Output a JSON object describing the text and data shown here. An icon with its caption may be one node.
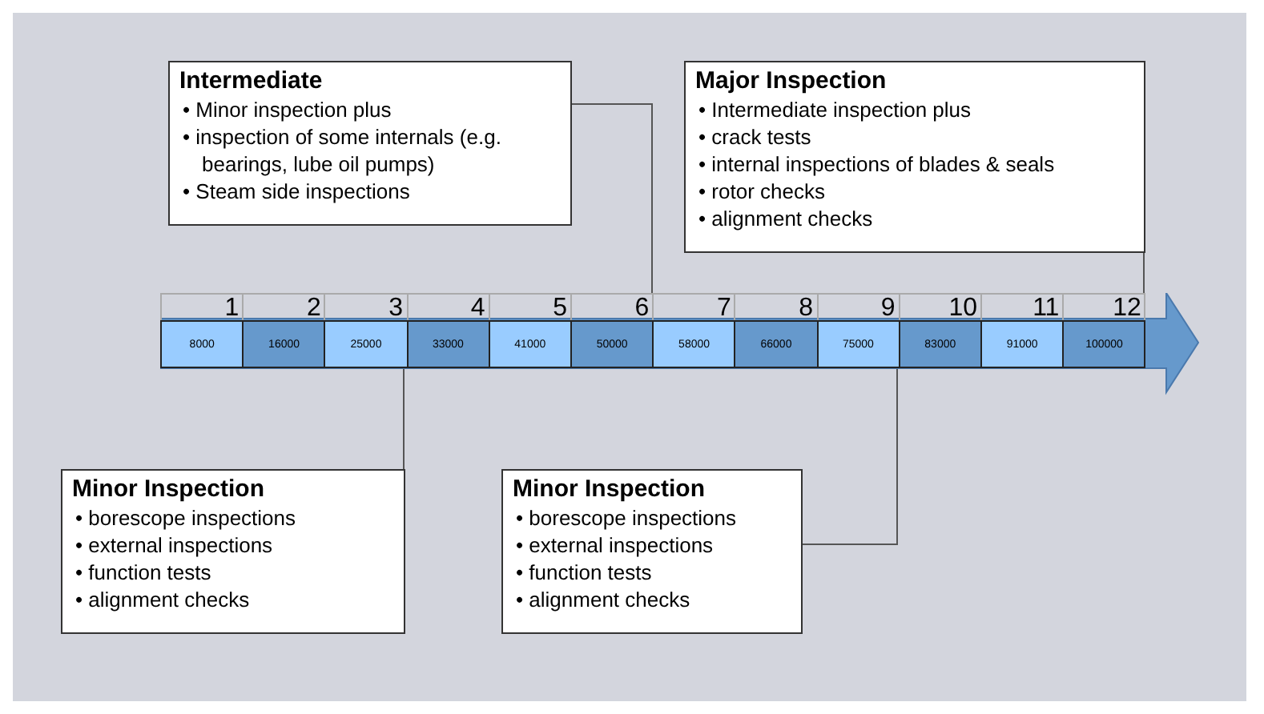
{
  "diagram": {
    "nodes": [
      {
        "text": [
          "Intermediate",
          "• Minor inspection plus",
          "• inspection of some internals (e.g. bearings, lube oil pumps)",
          "• Steam side inspections"
        ]
      },
      {
        "text": [
          "Major Inspection",
          "• Intermediate inspection plus",
          "• crack tests",
          "• internal inspections of blades & seals",
          "• rotor checks",
          "• alignment checks"
        ]
      },
      {
        "text": [],
        "shape": "arrow"
      },
      {
        "text": [
          "8000"
        ],
        "in": 2
      },
      {
        "text": [
          "16000"
        ],
        "in": 2
      },
      {
        "text": [
          "25000"
        ],
        "in": 2
      },
      {
        "text": [
          "33000"
        ],
        "in": 2
      },
      {
        "text": [
          "41000"
        ],
        "in": 2
      },
      {
        "text": [
          "50000"
        ],
        "in": 2
      },
      {
        "text": [
          "58000"
        ],
        "in": 2
      },
      {
        "text": [
          "66000"
        ],
        "in": 2
      },
      {
        "text": [
          "75000"
        ],
        "in": 2
      },
      {
        "text": [
          "83000"
        ],
        "in": 2
      },
      {
        "text": [
          "91000"
        ],
        "in": 2
      },
      {
        "text": [
          "100000"
        ],
        "in": 2
      },
      {
        "text": [
          "Minor Inspection",
          "• borescope inspections",
          "• external inspections",
          "• function tests",
          "• alignment checks"
        ]
      },
      {
        "text": [
          "Minor Inspection",
          "• borescope inspections",
          "• external inspections",
          "• function tests",
          "• alignment checks"
        ]
      }
    ],
    "edges": [
      {
        "from": 0,
        "to": 2,
        "arrow": "none"
      },
      {
        "from": 1,
        "to": 2,
        "arrow": "none"
      },
      {
        "from": 15,
        "to": 2,
        "arrow": "none"
      },
      {
        "from": 16,
        "to": 2,
        "arrow": "none"
      }
    ],
    "labels": [
      "1",
      "2",
      "3",
      "4",
      "5",
      "6",
      "7",
      "8",
      "9",
      "10",
      "11",
      "12"
    ]
  }
}
